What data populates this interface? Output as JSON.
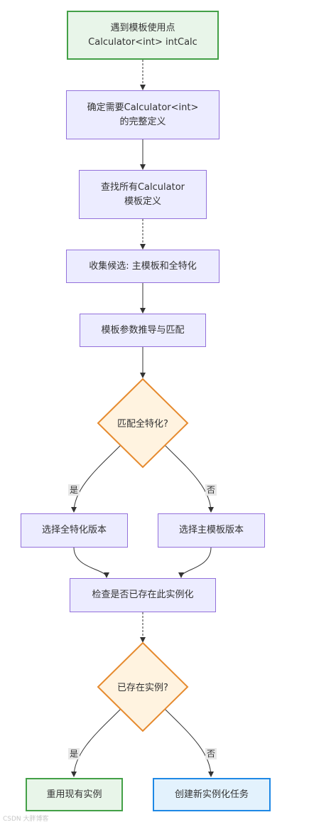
{
  "nodes": {
    "encounter": "遇到模板使用点\nCalculator<int> intCalc",
    "need_def": "确定需要Calculator<int>\n的完整定义",
    "find_all": "查找所有Calculator\n模板定义",
    "collect": "收集候选: 主模板和全特化",
    "deduce": "模板参数推导与匹配",
    "match_full": "匹配全特化?",
    "choose_full": "选择全特化版本",
    "choose_primary": "选择主模板版本",
    "check_exist": "检查是否已存在此实例化",
    "exists": "已存在实例?",
    "reuse": "重用现有实例",
    "create_new": "创建新实例化任务"
  },
  "edge_labels": {
    "match_yes": "是",
    "match_no": "否",
    "exists_yes": "是",
    "exists_no": "否"
  },
  "watermark": "CSDN 大胖博客"
}
